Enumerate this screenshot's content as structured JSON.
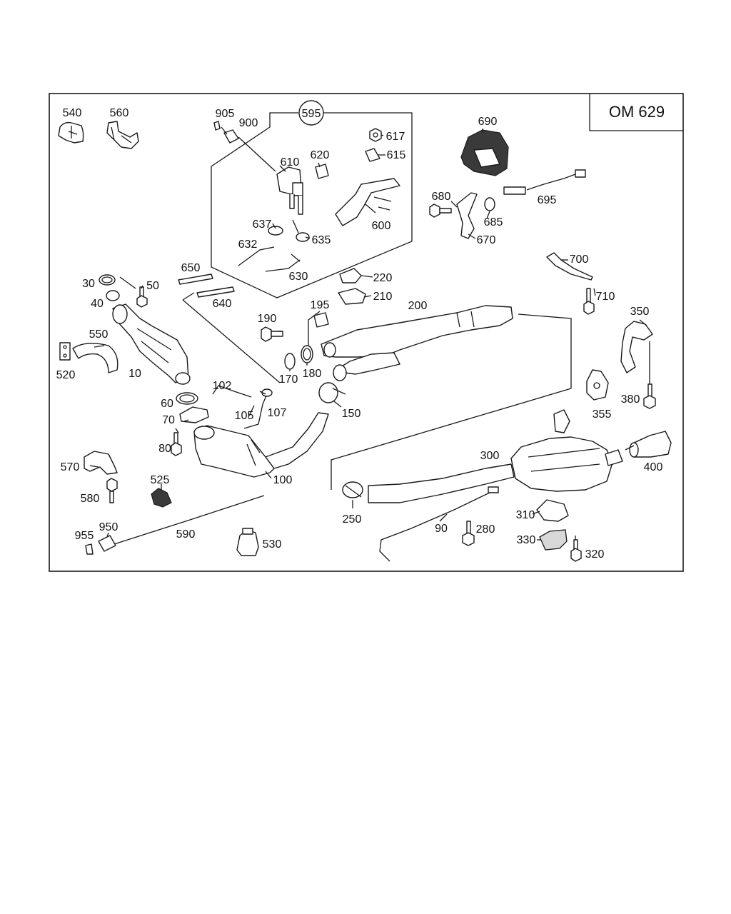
{
  "engine_code": "OM 629",
  "group_label": "595",
  "parts": [
    {
      "id": "p540",
      "text": "540"
    },
    {
      "id": "p560",
      "text": "560"
    },
    {
      "id": "p905",
      "text": "905"
    },
    {
      "id": "p900",
      "text": "900"
    },
    {
      "id": "p610",
      "text": "610"
    },
    {
      "id": "p620",
      "text": "620"
    },
    {
      "id": "p617",
      "text": "617"
    },
    {
      "id": "p615",
      "text": "615"
    },
    {
      "id": "p690",
      "text": "690"
    },
    {
      "id": "p695",
      "text": "695"
    },
    {
      "id": "p680",
      "text": "680"
    },
    {
      "id": "p685",
      "text": "685"
    },
    {
      "id": "p670",
      "text": "670"
    },
    {
      "id": "p600",
      "text": "600"
    },
    {
      "id": "p637",
      "text": "637"
    },
    {
      "id": "p635",
      "text": "635"
    },
    {
      "id": "p632",
      "text": "632"
    },
    {
      "id": "p630",
      "text": "630"
    },
    {
      "id": "p650",
      "text": "650"
    },
    {
      "id": "p640",
      "text": "640"
    },
    {
      "id": "p30",
      "text": "30"
    },
    {
      "id": "p40",
      "text": "40"
    },
    {
      "id": "p50",
      "text": "50"
    },
    {
      "id": "p220",
      "text": "220"
    },
    {
      "id": "p210",
      "text": "210"
    },
    {
      "id": "p700",
      "text": "700"
    },
    {
      "id": "p710",
      "text": "710"
    },
    {
      "id": "p200",
      "text": "200"
    },
    {
      "id": "p195",
      "text": "195"
    },
    {
      "id": "p190",
      "text": "190"
    },
    {
      "id": "p350",
      "text": "350"
    },
    {
      "id": "p550",
      "text": "550"
    },
    {
      "id": "p520",
      "text": "520"
    },
    {
      "id": "p10",
      "text": "10"
    },
    {
      "id": "p170",
      "text": "170"
    },
    {
      "id": "p180",
      "text": "180"
    },
    {
      "id": "p102",
      "text": "102"
    },
    {
      "id": "p60",
      "text": "60"
    },
    {
      "id": "p107",
      "text": "107"
    },
    {
      "id": "p105",
      "text": "105"
    },
    {
      "id": "p150",
      "text": "150"
    },
    {
      "id": "p70",
      "text": "70"
    },
    {
      "id": "p80",
      "text": "80"
    },
    {
      "id": "p355",
      "text": "355"
    },
    {
      "id": "p380",
      "text": "380"
    },
    {
      "id": "p300",
      "text": "300"
    },
    {
      "id": "p400",
      "text": "400"
    },
    {
      "id": "p570",
      "text": "570"
    },
    {
      "id": "p525",
      "text": "525"
    },
    {
      "id": "p100",
      "text": "100"
    },
    {
      "id": "p580",
      "text": "580"
    },
    {
      "id": "p250",
      "text": "250"
    },
    {
      "id": "p310",
      "text": "310"
    },
    {
      "id": "p950",
      "text": "950"
    },
    {
      "id": "p955",
      "text": "955"
    },
    {
      "id": "p590",
      "text": "590"
    },
    {
      "id": "p90",
      "text": "90"
    },
    {
      "id": "p280",
      "text": "280"
    },
    {
      "id": "p330",
      "text": "330"
    },
    {
      "id": "p530",
      "text": "530"
    },
    {
      "id": "p320",
      "text": "320"
    }
  ]
}
